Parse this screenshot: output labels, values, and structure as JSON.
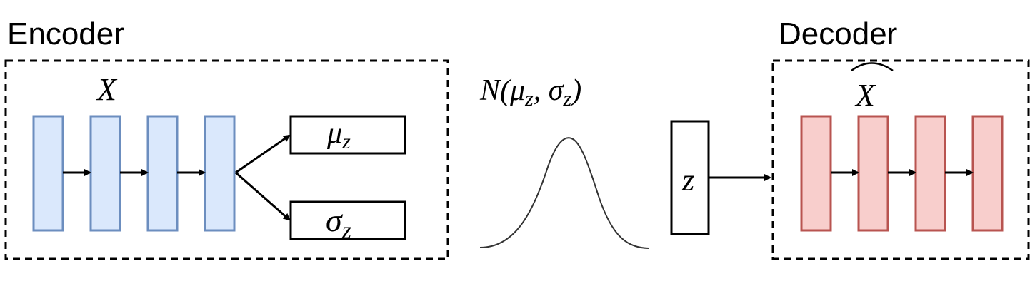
{
  "encoder": {
    "title": "Encoder",
    "input_label": "X",
    "mu_label": "μ",
    "mu_sub": "z",
    "sigma_label": "σ",
    "sigma_sub": "z",
    "layer_fill": "#dae8fc",
    "layer_stroke": "#6c8ebf"
  },
  "distribution": {
    "label_prefix": "N(",
    "mu": "μ",
    "mu_sub": "z",
    "sep": ", ",
    "sigma": "σ",
    "sigma_sub": "z",
    "label_suffix": ")"
  },
  "latent": {
    "label": "z"
  },
  "decoder": {
    "title": "Decoder",
    "output_label": "X",
    "layer_fill": "#f8cecc",
    "layer_stroke": "#b85450"
  }
}
